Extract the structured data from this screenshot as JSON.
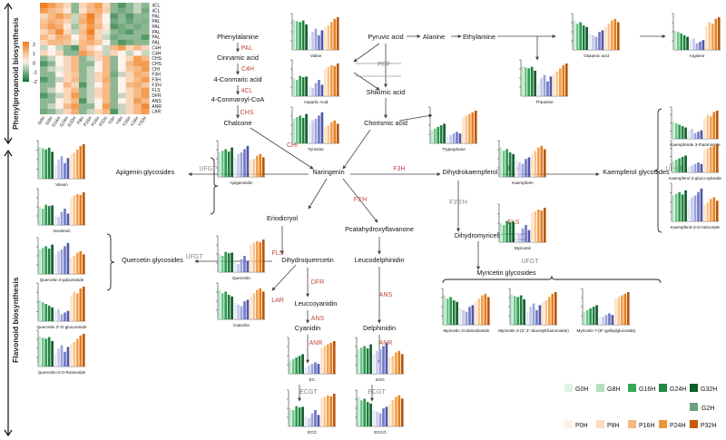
{
  "side_labels": {
    "top": "Phenylpropanoid biosynthesis",
    "bottom": "Flavonoid biosynthesis"
  },
  "heatmap": {
    "rows": [
      "4CL",
      "4CL",
      "PAL",
      "PAL",
      "PAL",
      "PAL",
      "PAL",
      "PAL",
      "C4H",
      "C4H",
      "CHS",
      "CHS",
      "CHI",
      "F3H",
      "F3H",
      "F3'H",
      "FLS",
      "DFR",
      "ANS",
      "ANR",
      "LAR"
    ],
    "cols": [
      "G0H",
      "G8H",
      "G16H",
      "G24H",
      "G32H",
      "P8H",
      "P16H",
      "P24H",
      "P32H",
      "Y0H",
      "Y8H",
      "Y16H",
      "Y24H",
      "Y32H"
    ],
    "scale_ticks": [
      "2",
      "1",
      "0",
      "-1",
      "-2"
    ],
    "colors": {
      "high": "#f07f1f",
      "mid": "#fdf3ec",
      "low": "#1b7a3a"
    },
    "values": [
      [
        2,
        1.5,
        1,
        0.5,
        -1,
        0.5,
        1,
        1.5,
        0.5,
        -1,
        -1.5,
        -1,
        -0.5,
        -1
      ],
      [
        1.5,
        1,
        0.8,
        0.2,
        -1,
        0.3,
        1,
        1.2,
        0.6,
        -1,
        -1.2,
        -1,
        -0.5,
        -1.2
      ],
      [
        0.5,
        1,
        1.5,
        1,
        -0.5,
        1,
        2,
        1,
        0,
        -1.5,
        -1,
        -1.5,
        -1,
        -1
      ],
      [
        0.8,
        1.2,
        1,
        0.6,
        -0.5,
        1.2,
        1.8,
        0.8,
        0,
        -1.2,
        -1,
        -1.3,
        -1,
        -1.1
      ],
      [
        1,
        1.5,
        1.2,
        0.2,
        -0.8,
        0.8,
        1.5,
        1,
        0.2,
        -1.5,
        -1.2,
        -1,
        -1.2,
        -1
      ],
      [
        0.5,
        1,
        1.8,
        0.5,
        -0.5,
        1,
        2,
        0.5,
        -0.2,
        -1,
        -1.2,
        -1.5,
        -1,
        -1
      ],
      [
        1,
        0.5,
        1.2,
        1,
        0,
        0.8,
        1.5,
        0.5,
        -0.5,
        -1.2,
        -1,
        -1,
        -1,
        -1.5
      ],
      [
        0.5,
        1,
        1,
        0.8,
        -0.2,
        1,
        1.2,
        0.8,
        0,
        -1,
        -1.5,
        -1.2,
        -1,
        -1
      ],
      [
        -0.5,
        0,
        -0.5,
        -1,
        -1.5,
        1,
        0.5,
        0,
        -0.5,
        1,
        1.5,
        0.5,
        1,
        0.5
      ],
      [
        0.5,
        0,
        0.5,
        -1,
        -1,
        1.5,
        1,
        0.5,
        -0.5,
        0.5,
        0,
        -0.5,
        0,
        -0.5
      ],
      [
        -1,
        -0.5,
        0,
        0.5,
        1,
        -1,
        -0.5,
        0.5,
        1,
        -1,
        0,
        0.5,
        1.5,
        1
      ],
      [
        -1.5,
        -1,
        0,
        0.5,
        1,
        -1,
        -1,
        0,
        1,
        -1,
        0,
        1,
        1.5,
        1.5
      ],
      [
        -1,
        -0.5,
        -0.2,
        0.5,
        1,
        -1,
        -0.5,
        0,
        1,
        -1,
        0,
        0.8,
        1,
        1.5
      ],
      [
        -1,
        -1,
        0,
        0.5,
        0.8,
        -1,
        -0.5,
        0.5,
        1,
        -1.2,
        -0.5,
        0.5,
        1.2,
        1
      ],
      [
        -1.5,
        -1,
        -0.5,
        0.5,
        1,
        -1,
        -0.5,
        0.5,
        1.2,
        -1,
        0,
        0.5,
        1,
        1.5
      ],
      [
        -1,
        -1,
        0,
        1,
        0.5,
        -1.5,
        -0.5,
        0,
        1,
        -1,
        0,
        1,
        1.2,
        0.8
      ],
      [
        -1,
        -0.5,
        0,
        0.5,
        1,
        -1,
        -0.5,
        0.5,
        1,
        -1,
        0,
        0.5,
        1,
        1.5
      ],
      [
        -1.5,
        -1,
        -0.5,
        0.5,
        1.5,
        -1,
        -0.5,
        0.5,
        1,
        -1,
        -0.5,
        0.5,
        1,
        1.5
      ],
      [
        -1,
        -1,
        0,
        0.5,
        1,
        -1.5,
        -0.5,
        0,
        1,
        -1,
        0,
        0.5,
        1.5,
        1
      ],
      [
        -1,
        -0.5,
        0,
        1,
        1.5,
        -1,
        -1,
        0,
        1.5,
        -1,
        -0.5,
        0.5,
        1,
        1.8
      ],
      [
        -1.2,
        -1,
        -0.5,
        0.5,
        1.2,
        -1,
        -0.5,
        0.5,
        1,
        -1.5,
        -0.5,
        0.5,
        1,
        1.5
      ]
    ]
  },
  "compounds": [
    "Phenylalanine",
    "Cinnamic acid",
    "4-Conmaric acid",
    "4-Conmaroyl-CoA",
    "Chalcone",
    "Pyruvic acid",
    "Alanine",
    "Ethylamine",
    "Shikimic acid",
    "Chorismic acid",
    "Naringenin",
    "Apigenin glycosides",
    "Dihydrokaempferol",
    "Kaempferol glycosides",
    "Eriodicryol",
    "Pcatahydroxyflavanone",
    "Dihydromyricetin",
    "Dihydroquerrcetin",
    "Leucodelphinidin",
    "Quercetin glycosides",
    "Leuccoyanidin",
    "Cyanidin",
    "Delphinidin",
    "Myricetin glycosides"
  ],
  "enzymes": [
    "PAL",
    "C4H",
    "4CL",
    "CHS",
    "CHI",
    "F3H",
    "F3'H",
    "FLS",
    "UFGT",
    "F3'5'H",
    "DFR",
    "LAR",
    "ANS",
    "ANR",
    "ECGT",
    "PEP"
  ],
  "chart_titles": [
    "Valine",
    "Aspartic Acid",
    "Tyrosine",
    "Tryptophane",
    "Glutamic acid",
    "Arginine",
    "Theanine",
    "Apigeninidin",
    "Vitexin",
    "Isovitexin",
    "Kaempferin",
    "Kaempferide 3-rhamnoside",
    "Kaempferol 3-gluco-xyloside",
    "Kaempferol-3-O-rutinoside",
    "Myricetin",
    "Myricetin 3-robinobioside",
    "Myricetin 3-(3\",4\"-diacetylrhamnoside)",
    "Myricetin 7-(6\"-galloylglucoside)",
    "Quercetin 3-galactoside",
    "Quercetin",
    "Quercetin 3'-O-glucuronide",
    "Catechin",
    "Quercetin-3-O-Rutinoside",
    "EC",
    "EGC",
    "ECG",
    "EGCG"
  ],
  "legend": {
    "row1": [
      "G0H",
      "G8H",
      "G16H",
      "G24H",
      "G32H"
    ],
    "row2": [
      "G2H"
    ],
    "row3": [
      "P0H",
      "P8H",
      "P16H",
      "P24H",
      "P32H"
    ],
    "colors_g": [
      "#e1f2e6",
      "#b5dfc1",
      "#36a85a",
      "#208b43",
      "#0d5e29"
    ],
    "colors_p": [
      "#fdf1e6",
      "#fbdcbf",
      "#f7b97e",
      "#ef9538",
      "#c85a0d"
    ]
  },
  "mini_chart_series": {
    "palette": [
      "#bfe6cb",
      "#6cc487",
      "#2e9b51",
      "#1f7d3f",
      "#0f5e2b",
      "#e4e7f5",
      "#c4c9ea",
      "#9aa2da",
      "#7178c1",
      "#4e57a8",
      "#fde4c8",
      "#f9c48e",
      "#f39f4d",
      "#e27f22",
      "#b8560b"
    ],
    "values": [
      [
        0.92,
        0.88,
        0.85,
        0.9,
        0.78,
        0.4,
        0.55,
        0.65,
        0.45,
        0.6,
        0.7,
        0.75,
        0.85,
        0.95,
        1.0
      ],
      [
        0.55,
        0.5,
        0.62,
        0.58,
        0.6,
        0.3,
        0.25,
        0.4,
        0.5,
        0.35,
        0.85,
        0.9,
        0.95,
        0.92,
        1.0
      ],
      [
        0.75,
        0.8,
        0.85,
        0.78,
        0.9,
        0.6,
        0.7,
        0.75,
        0.85,
        0.95,
        0.5,
        0.55,
        0.65,
        0.7,
        0.6
      ],
      [
        0.4,
        0.45,
        0.5,
        0.55,
        0.6,
        0.2,
        0.25,
        0.3,
        0.35,
        0.3,
        0.8,
        0.85,
        0.9,
        0.95,
        1.0
      ],
      [
        0.9,
        0.8,
        0.85,
        0.75,
        0.7,
        0.5,
        0.45,
        0.4,
        0.55,
        0.6,
        0.7,
        0.8,
        0.9,
        0.95,
        0.85
      ],
      [
        0.6,
        0.55,
        0.5,
        0.45,
        0.4,
        0.3,
        0.35,
        0.2,
        0.25,
        0.3,
        0.75,
        0.85,
        0.8,
        0.95,
        1.0
      ]
    ]
  }
}
